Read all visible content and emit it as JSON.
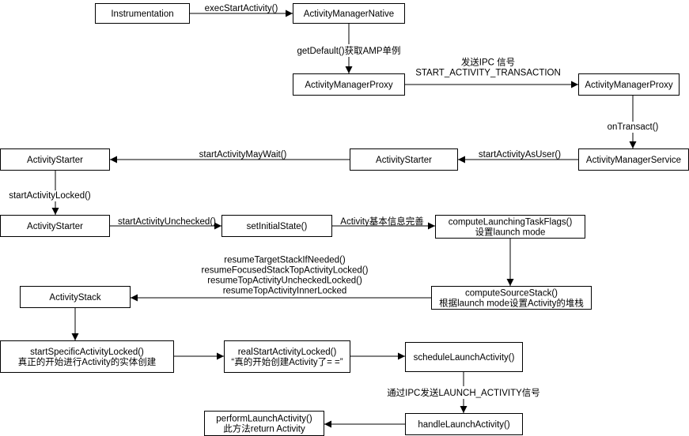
{
  "nodes": [
    {
      "id": "instrumentation",
      "lines": [
        "Instrumentation"
      ]
    },
    {
      "id": "amn",
      "lines": [
        "ActivityManagerNative"
      ]
    },
    {
      "id": "amp1",
      "lines": [
        "ActivityManagerProxy"
      ]
    },
    {
      "id": "amp2",
      "lines": [
        "ActivityManagerProxy"
      ]
    },
    {
      "id": "ams",
      "lines": [
        "ActivityManagerService"
      ]
    },
    {
      "id": "starter_mid",
      "lines": [
        "ActivityStarter"
      ]
    },
    {
      "id": "starter_left",
      "lines": [
        "ActivityStarter"
      ]
    },
    {
      "id": "starter_left2",
      "lines": [
        "ActivityStarter"
      ]
    },
    {
      "id": "set_initial",
      "lines": [
        "setInitialState()"
      ]
    },
    {
      "id": "compute_flags",
      "lines": [
        "computeLaunchingTaskFlags()",
        "设置launch mode"
      ]
    },
    {
      "id": "compute_stack",
      "lines": [
        "computeSourceStack()",
        "根据launch mode设置Activity的堆栈"
      ]
    },
    {
      "id": "activity_stack",
      "lines": [
        "ActivityStack"
      ]
    },
    {
      "id": "start_specific",
      "lines": [
        "startSpecificActivityLocked()",
        "真正的开始进行Activity的实体创建"
      ]
    },
    {
      "id": "real_start",
      "lines": [
        "realStartActivityLocked()",
        "“真的开始创建Activity了= =”"
      ]
    },
    {
      "id": "schedule_launch",
      "lines": [
        "scheduleLaunchActivity()"
      ]
    },
    {
      "id": "handle_launch",
      "lines": [
        "handleLaunchActivity()"
      ]
    },
    {
      "id": "perform_launch",
      "lines": [
        "performLaunchActivity()",
        "此方法return Activity"
      ]
    }
  ],
  "edges": [
    {
      "id": "e1",
      "from": "instrumentation",
      "to": "amn",
      "label": [
        "execStartActivity()"
      ]
    },
    {
      "id": "e2",
      "from": "amn",
      "to": "amp1",
      "label": [
        "getDefault()获取AMP单例"
      ]
    },
    {
      "id": "e3",
      "from": "amp1",
      "to": "amp2",
      "label": [
        "发送IPC 信号",
        "START_ACTIVITY_TRANSACTION"
      ]
    },
    {
      "id": "e4",
      "from": "amp2",
      "to": "ams",
      "label": [
        "onTransact()"
      ]
    },
    {
      "id": "e5",
      "from": "ams",
      "to": "starter_mid",
      "label": [
        "startActivityAsUser()"
      ]
    },
    {
      "id": "e6",
      "from": "starter_mid",
      "to": "starter_left",
      "label": [
        "startActivityMayWait()"
      ]
    },
    {
      "id": "e7",
      "from": "starter_left",
      "to": "starter_left2",
      "label": [
        "startActivityLocked()"
      ]
    },
    {
      "id": "e8",
      "from": "starter_left2",
      "to": "set_initial",
      "label": [
        "startActivityUnchecked()"
      ]
    },
    {
      "id": "e9",
      "from": "set_initial",
      "to": "compute_flags",
      "label": [
        "Activity基本信息完善"
      ]
    },
    {
      "id": "e10",
      "from": "compute_flags",
      "to": "compute_stack",
      "label": []
    },
    {
      "id": "e11",
      "from": "compute_stack",
      "to": "activity_stack",
      "label": [
        "resumeTargetStackIfNeeded()",
        "resumeFocusedStackTopActivityLocked()",
        "resumeTopActivityUncheckedLocked()",
        "resumeTopActivityInnerLocked"
      ]
    },
    {
      "id": "e12",
      "from": "activity_stack",
      "to": "start_specific",
      "label": []
    },
    {
      "id": "e13",
      "from": "start_specific",
      "to": "real_start",
      "label": []
    },
    {
      "id": "e14",
      "from": "real_start",
      "to": "schedule_launch",
      "label": []
    },
    {
      "id": "e15",
      "from": "schedule_launch",
      "to": "handle_launch",
      "label": [
        "通过IPC发送LAUNCH_ACTIVITY信号"
      ]
    },
    {
      "id": "e16",
      "from": "handle_launch",
      "to": "perform_launch",
      "label": []
    }
  ]
}
